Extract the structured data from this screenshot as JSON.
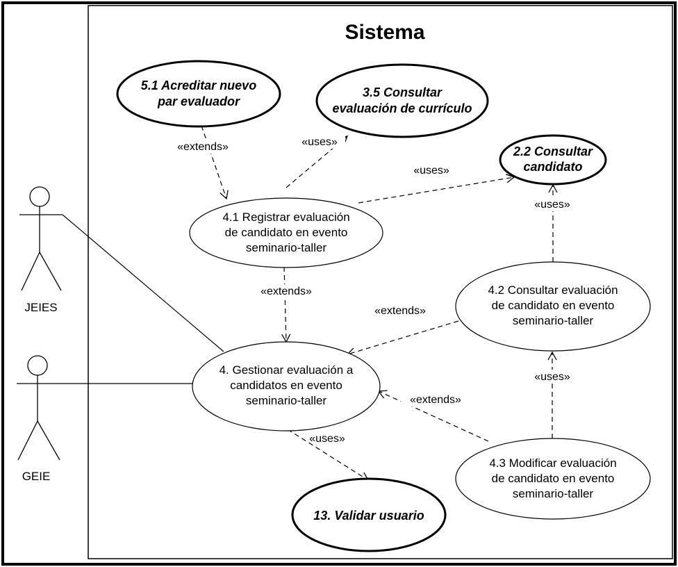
{
  "system": {
    "title": "Sistema"
  },
  "actors": {
    "jeies": {
      "name": "JEIES"
    },
    "geie": {
      "name": "GEIE"
    }
  },
  "use_cases": {
    "uc_5_1": {
      "lines": [
        "5.1 Acreditar nuevo",
        "par evaluador"
      ],
      "external": true
    },
    "uc_3_5": {
      "lines": [
        "3.5 Consultar",
        "evaluación de currículo"
      ],
      "external": true
    },
    "uc_2_2": {
      "lines": [
        "2.2 Consultar",
        "candidato"
      ],
      "external": true
    },
    "uc_4_1": {
      "lines": [
        "4.1 Registrar evaluación",
        "de candidato en evento",
        "seminario-taller"
      ],
      "external": false
    },
    "uc_4_2": {
      "lines": [
        "4.2 Consultar evaluación",
        "de candidato en evento",
        "seminario-taller"
      ],
      "external": false
    },
    "uc_4": {
      "lines": [
        "4. Gestionar evaluación a",
        "candidatos en evento",
        "seminario-taller"
      ],
      "external": false
    },
    "uc_4_3": {
      "lines": [
        "4.3 Modificar evaluación",
        "de candidato en evento",
        "seminario-taller"
      ],
      "external": false
    },
    "uc_13": {
      "lines": [
        "13. Validar usuario"
      ],
      "external": true
    }
  },
  "relations": {
    "r1": {
      "label": "«extends»"
    },
    "r2": {
      "label": "«uses»"
    },
    "r3": {
      "label": "«uses»"
    },
    "r4": {
      "label": "«extends»"
    },
    "r5": {
      "label": "«uses»"
    },
    "r6": {
      "label": "«extends»"
    },
    "r7": {
      "label": "«uses»"
    },
    "r8": {
      "label": "«extends»"
    },
    "r9": {
      "label": "«uses»"
    }
  }
}
